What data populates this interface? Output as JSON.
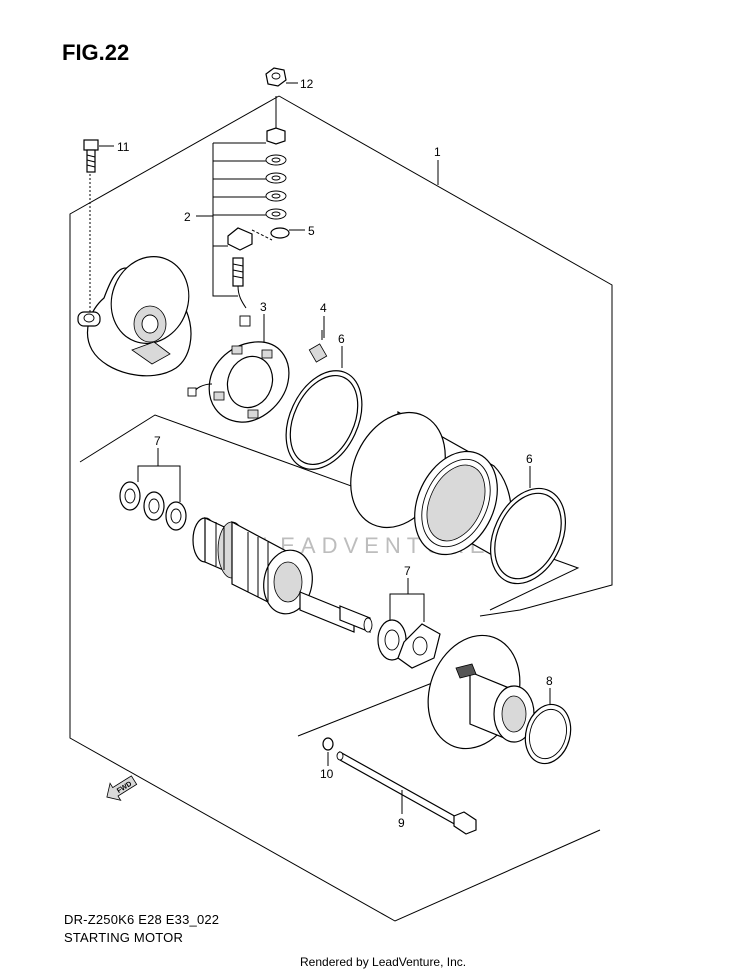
{
  "figure": {
    "title": "FIG.22",
    "code": "DR-Z250K6 E28 E33_022",
    "name": "STARTING MOTOR",
    "watermark": "LEADVENTURE",
    "fwd_label": "FWD"
  },
  "credit": "Rendered by LeadVenture, Inc.",
  "callouts": {
    "c1": "1",
    "c2": "2",
    "c3": "3",
    "c4": "4",
    "c5": "5",
    "c6a": "6",
    "c6b": "6",
    "c7a": "7",
    "c7b": "7",
    "c8": "8",
    "c9": "9",
    "c10": "10",
    "c11": "11",
    "c12": "12"
  },
  "colors": {
    "line": "#000000",
    "shade": "#d9d9d9",
    "watermark": "#bdbdbd"
  }
}
